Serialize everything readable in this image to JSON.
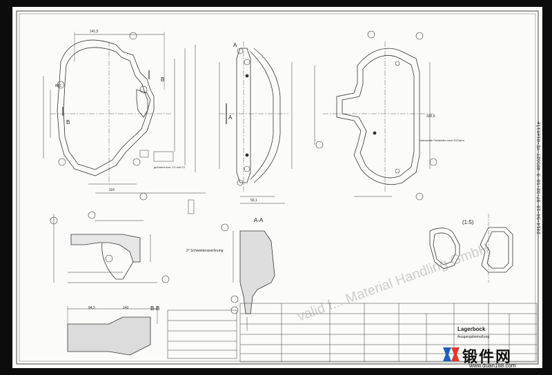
{
  "sections": {
    "aa": "A-A",
    "bb": "B-B",
    "detail": "(1:5)"
  },
  "markers": {
    "a": "A",
    "b": "B"
  },
  "dims": {
    "d1": "141,5",
    "d2": "R61",
    "d3": "116",
    "d4": "50,1",
    "d5": "320,5",
    "d6": "94,2",
    "d7": "143"
  },
  "notes": {
    "weld": "2° Schweidenzeichnung",
    "sheet_note": "gefordert bzw. C1 und C2",
    "flat_note": "Unbeachte Freistellen nach DI-Darm"
  },
  "title_block": {
    "company": "Lagerbock",
    "sub": "Ausgangsbemaßung"
  },
  "watermark": "valid f... Material Handling GmbH",
  "vertical_stamp": "2014-04-10 07:32:58 0 485627 YE-Hietile",
  "logo": {
    "name": "锻件网",
    "url": "www.duan168.com"
  },
  "colors": {
    "line": "#333333",
    "paper": "#fbfbf9",
    "background": "#0c0c0c"
  }
}
